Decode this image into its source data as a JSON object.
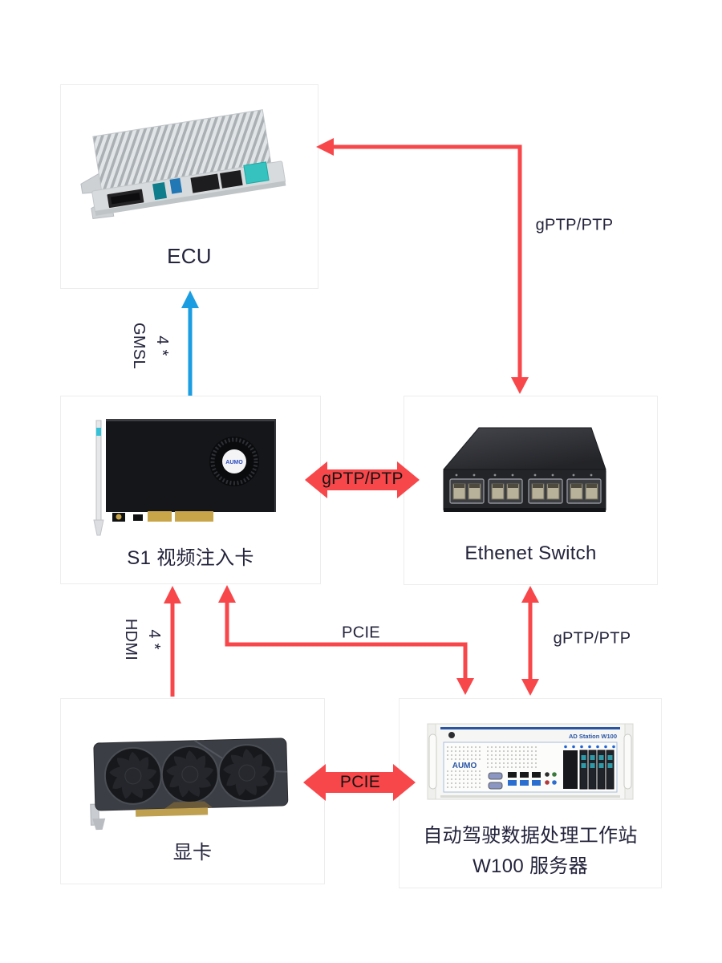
{
  "diagram": {
    "boxes": {
      "ecu": {
        "label": "ECU"
      },
      "s1_card": {
        "label": "S1 视频注入卡",
        "fan_logo": "AUMO"
      },
      "ethernet_switch": {
        "label": "Ethenet Switch"
      },
      "gpu": {
        "label": "显卡"
      },
      "w100": {
        "label_line1": "自动驾驶数据处理工作站",
        "label_line2": "W100 服务器",
        "front_title": "AD Station W100",
        "front_logo": "AUMO"
      }
    },
    "connections": {
      "switch_to_ecu": {
        "label": "gPTP/PTP"
      },
      "s1_to_ecu": {
        "count": "4 *",
        "bus": "GMSL"
      },
      "s1_switch": {
        "label": "gPTP/PTP"
      },
      "s1_w100": {
        "label": "PCIE"
      },
      "switch_w100": {
        "label": "gPTP/PTP"
      },
      "gpu_to_s1": {
        "count": "4 *",
        "bus": "HDMI"
      },
      "gpu_w100": {
        "label": "PCIE"
      }
    },
    "colors": {
      "arrow_red": "#f8474a",
      "arrow_blue": "#1b9de2",
      "label_text": "#23233c",
      "box_border": "#ededed"
    }
  }
}
